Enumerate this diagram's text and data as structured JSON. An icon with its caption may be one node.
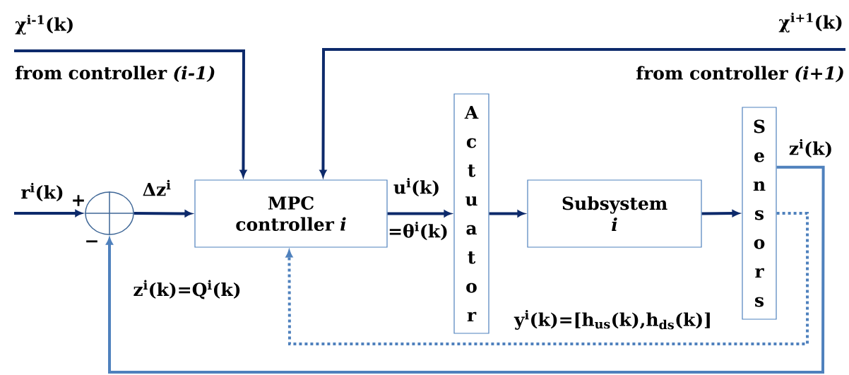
{
  "diagram": {
    "nodes": [
      {
        "text": [],
        "shape": "circle"
      },
      {
        "text": [
          "MPC controller *i*"
        ]
      },
      {
        "text": [
          "Actuator"
        ]
      },
      {
        "text": [
          "Subsystem *i*"
        ]
      },
      {
        "text": [
          "Sensors"
        ]
      }
    ],
    "edges": [
      {
        "from": null,
        "to": 0,
        "arrow": "to",
        "label": "r$^{i}$(k)"
      },
      {
        "from": 0,
        "to": 1,
        "arrow": "to",
        "label": "Δz$^{i}$"
      },
      {
        "from": 1,
        "to": 2,
        "arrow": "to",
        "label": "u$^{i}$(k)"
      },
      {
        "from": 2,
        "to": 3,
        "arrow": "to"
      },
      {
        "from": 3,
        "to": 4,
        "arrow": "to"
      },
      {
        "from": 4,
        "to": 0,
        "arrow": "to",
        "label": "z$^{i}$(k)",
        "color": "#4f81bd"
      },
      {
        "from": 4,
        "to": 1,
        "arrow": "to",
        "label": "y$^{i}$(k)=[h$_{us}$(k),h$_{ds}$(k)]",
        "style": "dashed",
        "color": "#4f81bd"
      },
      {
        "from": null,
        "to": 1,
        "arrow": "to",
        "label": "χ$^{i-1}$(k)"
      },
      {
        "from": null,
        "to": 1,
        "arrow": "to",
        "label": "χ$^{i+1}$(k)"
      }
    ],
    "labels": [
      "from controller *(i-1)*",
      "from controller *(i+1)*",
      "+",
      "=θ$^{i}$(k)",
      "−",
      "z$^{i}$(k)=Q$^{i}$(k)"
    ]
  }
}
